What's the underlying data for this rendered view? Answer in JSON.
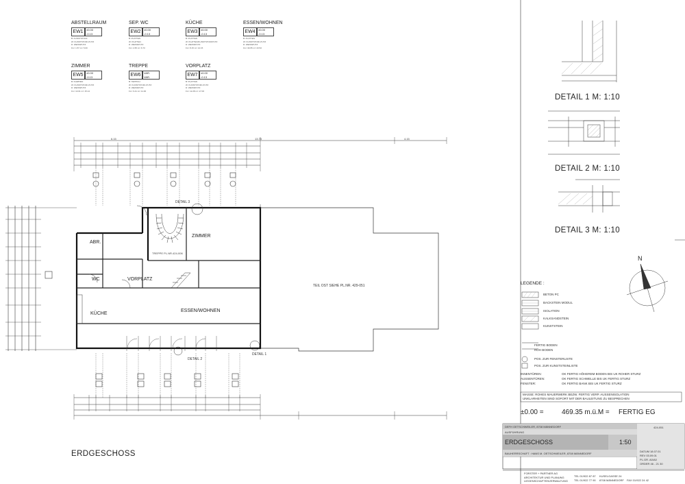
{
  "rooms": [
    {
      "name": "ABSTELLRAUM",
      "code": "EW1",
      "levels": [
        "±0.00",
        "-0.13"
      ],
      "lines": [
        "B:   KUNSTSTOFF",
        "W:   KUNSTSTOFF-PUTZ",
        "D:   WEISSPUTZ",
        "FL= 1.57      m= 5.00"
      ]
    },
    {
      "name": "SEP. WC",
      "code": "EW2",
      "levels": [
        "±0.00",
        "-0.13"
      ],
      "lines": [
        "B:   PLATTEN",
        "W:   PLATTEN",
        "D:   WEISSPUTZ",
        "FL= 2.65      m= 6.73"
      ]
    },
    {
      "name": "KÜCHE",
      "code": "EW3",
      "levels": [
        "±0.00",
        "-0.13"
      ],
      "lines": [
        "B:   PLATTEN",
        "W:   PLATTEN/KUNSTSTOFFPUTZ",
        "D:   WEISSPUTZ",
        "FL= 8.15      m= 12.15"
      ]
    },
    {
      "name": "ESSEN/WOHNEN",
      "code": "EW4",
      "levels": [
        "±0.00",
        "-0.13"
      ],
      "lines": [
        "B:   PLATTEN",
        "W:   KUNSTSTOFF-PUTZ",
        "D:   WEISSPUTZ",
        "FL= 30.65     m= 23.52"
      ]
    },
    {
      "name": "ZIMMER",
      "code": "EW5",
      "levels": [
        "±0.00",
        "-0.13"
      ],
      "lines": [
        "B:   KLEBTEN",
        "W:   KUNSTSTOFF-PUTZ",
        "D:   WEISSPUTZ",
        "FL= 13.01     m= 15.14"
      ]
    },
    {
      "name": "TREPPE",
      "code": "EW6",
      "levels": [
        "VAR.",
        "VAR."
      ],
      "lines": [
        "B:   TEPPICH",
        "W:   KUNSTSTOFF-PUTZ",
        "D:   WEISSPUTZ",
        "FL= 6.41      m= 11.00"
      ]
    },
    {
      "name": "VORPLATZ",
      "code": "EW7",
      "levels": [
        "±0.00",
        "-0.13"
      ],
      "lines": [
        "B:   PLATTEN",
        "W:   KUNSTSTOFF-PUTZ",
        "D:   WEISSPUTZ",
        "FL= 12.28     m= 17.06"
      ]
    }
  ],
  "details": [
    {
      "title": "DETAIL 1  M: 1:10"
    },
    {
      "title": "DETAIL 2  M: 1:10"
    },
    {
      "title": "DETAIL 3  M: 1:10"
    }
  ],
  "plan": {
    "title": "ERDGESCHOSS",
    "labels": {
      "zimmer": "ZIMMER",
      "abr": "ABR.",
      "wc": "WC",
      "vorplatz": "VORPLATZ",
      "kueche": "KÜCHE",
      "essen": "ESSEN/WOHNEN",
      "teil_ost": "TEIL OST SIEHE PL.NR. 429-051",
      "detail1": "DETAIL 1",
      "detail2": "DETAIL 2",
      "detail3": "DETAIL 3",
      "treppe": "TREPPE PL.NR.424-006"
    },
    "dims_top_total": "13.78",
    "dims_top_a": "6.15",
    "dims_top_b": "4.15"
  },
  "north": "N",
  "legend": {
    "title": "LEGENDE :",
    "items": [
      "BETON PC",
      "BACKSTEIN   MODUL",
      "ISOLATION",
      "KALKSANDSTEIN",
      "KUNSTSTEIN"
    ],
    "lines": [
      "FERTIG BODEN",
      "ROH BODEN"
    ],
    "pos": [
      "POS. ZUR FENSTERLISTE",
      "POS. ZUR KUNSTSTEINLISTE"
    ],
    "notes": [
      [
        "INNENTÜREN:",
        "OK FERTIG HÖHEREM BODEN BIS UK ROHER STURZ"
      ],
      [
        "AUSSENTÜREN:",
        "OK FERTIG SCHWELLE BIS UK FERTIG STURZ"
      ],
      [
        "FENSTER:",
        "OK FERTIG BANK BIS UK FERTIG STURZ"
      ]
    ],
    "masse": [
      "MASSE:          ROHES MAUERWERK BEZW. FERTIG VERP. AUSSENISOLATION",
      "UNKLARHEITEN SIND SOFORT MIT DER BAULEITUNG ZU BESPRECHEN"
    ]
  },
  "elevation": {
    "left": "±0.00  =",
    "mid": "469.35 m.ü.M  =",
    "right": "FERTIG EG"
  },
  "titleblock": {
    "row1": "DEFH OETSCHWEILER, 8708 MÄNNEDORF",
    "row2": "AUSFÜHRUNG",
    "name": "ERDGESCHOSS",
    "scale": "1:50",
    "bauherr": "BAUHERRSCHAFT :   HANS M. OETSCHWEILER, 8708 MÄNNEDORF",
    "nr": "424-051",
    "dates": [
      "DATUM  18.07.01",
      "REV    03.09.01",
      "PL.GR.  A0/A0",
      "ORDER  46 - 21 30"
    ],
    "firm": [
      "FORSTER + PARTNER AG",
      "ARCHITEKTUR UND PLANUNG",
      "LIEGENSCHAFTENVERWALTUNG"
    ],
    "tel": [
      "TEL 01/922 87 87",
      "TEL 01/922 77 90"
    ],
    "addr": [
      "KUSELGASSE 24",
      "8708 MÄNNEDORF"
    ],
    "fax": "FAX 01/922 24 42"
  }
}
